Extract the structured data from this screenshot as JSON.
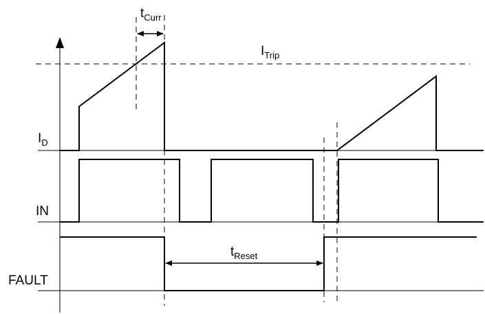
{
  "signals": {
    "id": {
      "label": "I",
      "sub": "D"
    },
    "in": {
      "label": "IN"
    },
    "fault": {
      "label": "FAULT"
    }
  },
  "annotations": {
    "itrip": {
      "label": "I",
      "sub": "Trip"
    },
    "tcurr": {
      "label": "t",
      "sub": "Curr"
    },
    "treset": {
      "label": "t",
      "sub": "Reset"
    }
  }
}
